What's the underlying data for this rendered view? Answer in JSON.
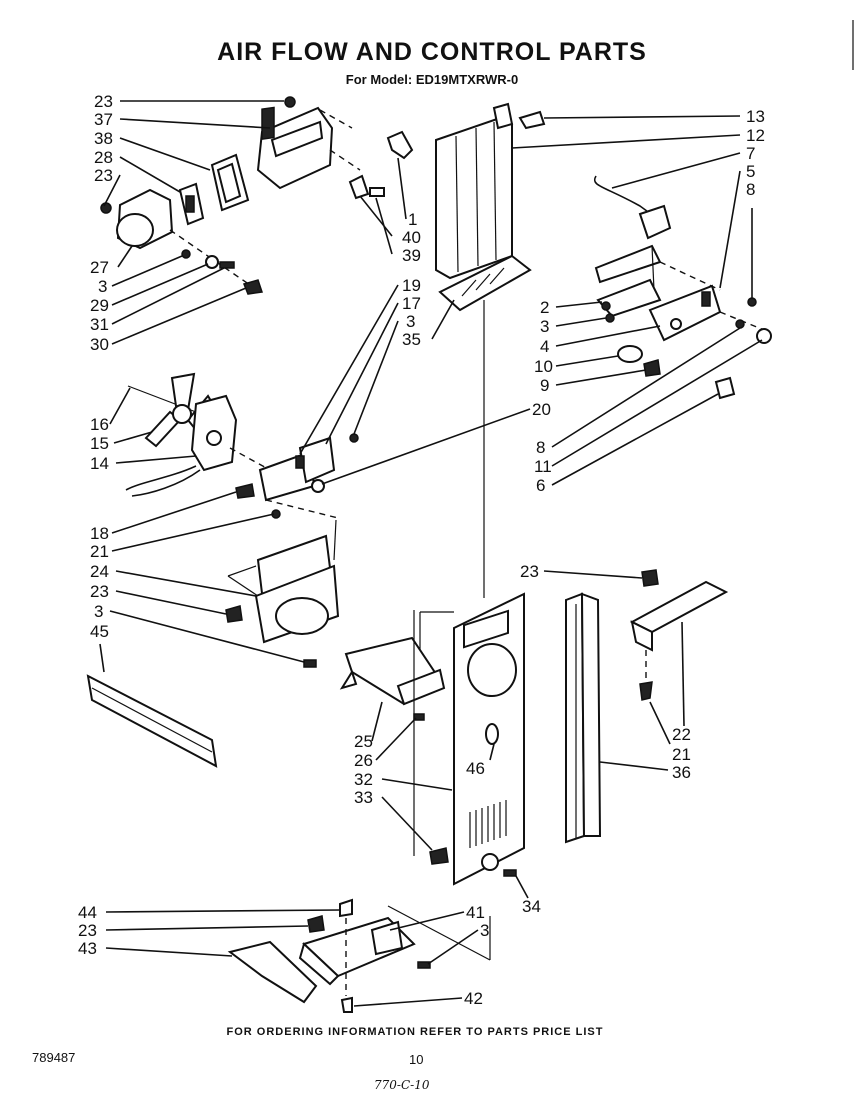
{
  "header": {
    "title": "AIR FLOW AND CONTROL PARTS",
    "subtitle_prefix": "For Model:",
    "model": "ED19MTXRWR-0"
  },
  "footer": {
    "note": "FOR ORDERING INFORMATION REFER TO PARTS PRICE LIST",
    "doc_number": "789487",
    "page": "10",
    "handwritten": "770-C-10"
  },
  "callouts": {
    "c1": "23",
    "c2": "37",
    "c3": "38",
    "c4": "28",
    "c5": "23",
    "c6": "27",
    "c7": "3",
    "c8": "29",
    "c9": "31",
    "c10": "30",
    "c11": "1",
    "c12": "40",
    "c13": "39",
    "c14": "19",
    "c15": "17",
    "c16": "3",
    "c17": "35",
    "c18": "16",
    "c19": "15",
    "c20": "14",
    "c21": "20",
    "c22": "18",
    "c23": "21",
    "c24": "24",
    "c25": "23",
    "c26": "3",
    "c27": "45",
    "c28": "25",
    "c29": "26",
    "c30": "32",
    "c31": "33",
    "c32": "46",
    "c33": "34",
    "c34": "13",
    "c35": "12",
    "c36": "7",
    "c37": "5",
    "c38": "8",
    "c39": "2",
    "c40": "3",
    "c41": "4",
    "c42": "10",
    "c43": "9",
    "c44": "8",
    "c45": "11",
    "c46": "6",
    "c47": "23",
    "c48": "22",
    "c49": "21",
    "c50": "36",
    "c51": "44",
    "c52": "23",
    "c53": "43",
    "c54": "41",
    "c55": "3",
    "c56": "42"
  }
}
